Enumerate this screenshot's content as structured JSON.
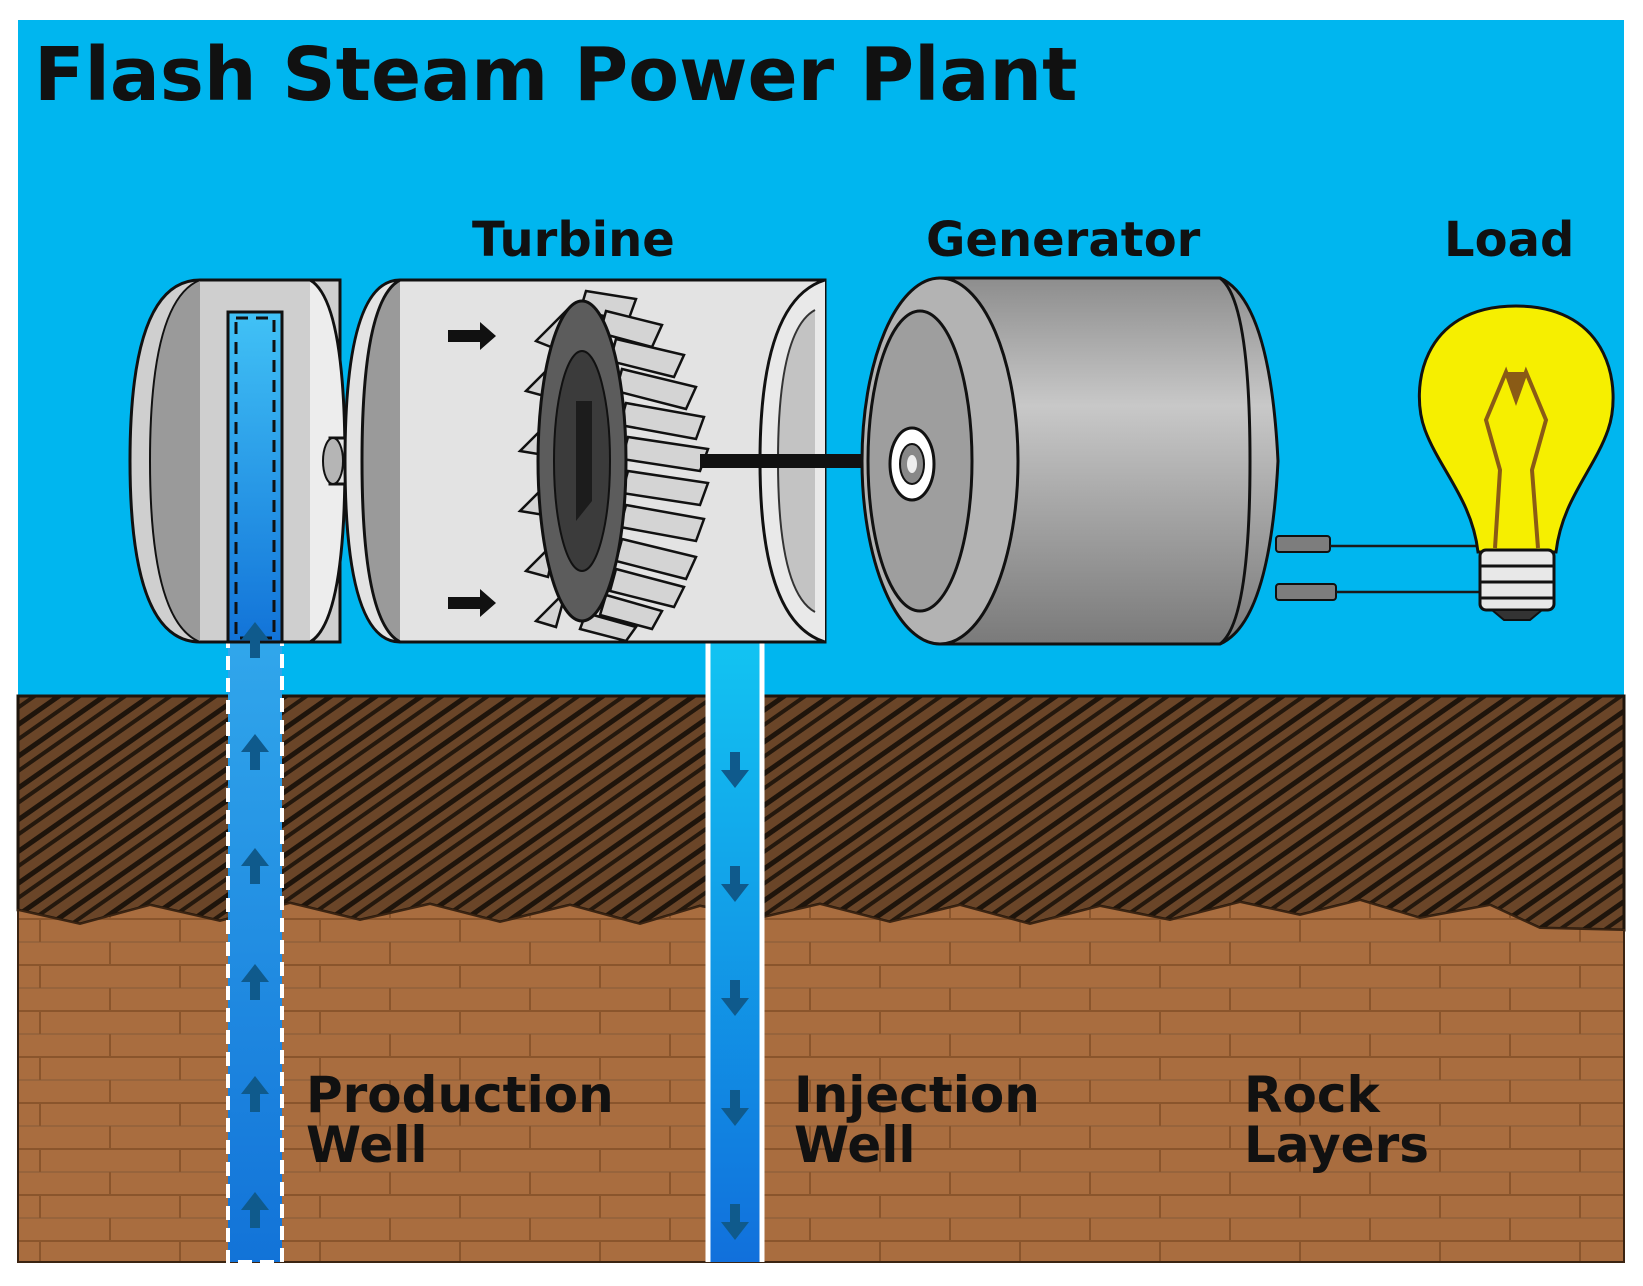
{
  "title": "Flash Steam Power Plant",
  "labels": {
    "turbine": "Turbine",
    "generator": "Generator",
    "load": "Load",
    "production_line1": "Production",
    "production_line2": "Well",
    "injection_line1": "Injection",
    "injection_line2": "Well",
    "rock_line1": "Rock",
    "rock_line2": "Layers"
  },
  "colors": {
    "sky": "#00b6ef",
    "soil_dark": "#5a3b22",
    "rock": "#a86c3e",
    "well_top": "#3fbef5",
    "well_bottom": "#1477d9",
    "bulb": "#f7f000"
  },
  "icons": {
    "up_arrow": "production-flow-arrow-icon",
    "down_arrow": "injection-flow-arrow-icon",
    "bulb": "light-bulb-icon"
  }
}
